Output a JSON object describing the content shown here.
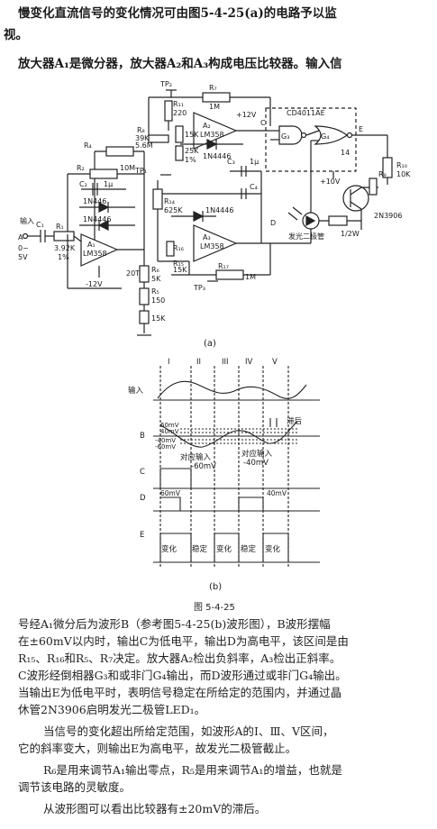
{
  "intro": {
    "line1": "慢变化直流信号的变化情况可由图5-4-25(a)的电路予以监",
    "line2": "视。",
    "line3": "放大器A₁是微分器，放大器A₂和A₃构成电压比较器。输入信"
  },
  "circuit": {
    "chip": "CD4011AE",
    "r7": "R₇",
    "r7v": "1M",
    "tp2": "TP₂",
    "r_220": "R₁₁",
    "r_220v": "220",
    "r8": "R₈",
    "r8v": "39K",
    "r15k": "15K",
    "r25k": "25K",
    "r1pct": "1%",
    "d4446a": "1N4446",
    "plus12": "+12V",
    "a2": "A₂",
    "model_a2": "LM358",
    "c_lbl": "C",
    "g3": "G₃",
    "g4": "G₄",
    "e_lbl": "E",
    "pin14": "14",
    "plus10": "+10V",
    "r4": "R₄",
    "r4v": "5.6M",
    "r2": "R₂",
    "r2v": "10M",
    "c2": "C₂",
    "c2v": "1μ",
    "d4446b": "1N446",
    "d4446c": "1N4446",
    "c3": "C₃",
    "c3v": "1μ",
    "c4": "C₄",
    "tp1": "TP₁",
    "r_625": "R₁₄",
    "r_625v": "625K",
    "d4446d": "1N4446",
    "a3": "A₃",
    "model_a3": "LM358",
    "d_lbl": "D",
    "r10": "R₁₀",
    "r10v": "10K",
    "r9": "R₉",
    "q": "2N3906",
    "led": "发光二极管",
    "halfw": "1/2W",
    "in_lbl": "输入",
    "a_lbl": "A",
    "c1": "C₁",
    "r1": "R₁",
    "r1v": "3.92K",
    "pct": "1%",
    "range": "0~",
    "range2": "5V",
    "a1": "A₁",
    "model_a1": "LM358",
    "minus12": "-12V",
    "r6": "R₆",
    "r6v": "5K",
    "r5": "R₅",
    "r5v": "150",
    "r17": "R₁₇",
    "r17v": "1M",
    "tp3": "TP₃",
    "r16": "R₁₆",
    "r_20t": "20T",
    "r15": "R₁₅",
    "r15v": "15K",
    "r_rk": "15K",
    "fig_a": "(a)"
  },
  "waveform": {
    "regions": [
      "I",
      "II",
      "III",
      "IV",
      "V"
    ],
    "in_lbl": "输入",
    "b_lbl": "B",
    "c_lbl": "C",
    "d_lbl": "D",
    "e_lbl": "E",
    "plus60": "60mV",
    "plus40": "40mV",
    "minus40": "-40mV",
    "minus60": "-60mV",
    "lag": "滞后",
    "neg_in": "对应输入",
    "neg_in2": "-60mV",
    "pos_in": "对应输入",
    "pos_in2": "-40mV",
    "d60": "60mV",
    "d40": "40mV",
    "states": [
      "变化",
      "稳定",
      "变化",
      "稳定",
      "变化"
    ],
    "fig_b": "(b)"
  },
  "figure_caption": "图 5-4-25",
  "paragraph1": [
    "号经A₁微分后为波形B（参考图5-4-25(b)波形图），B波形摆幅",
    "在±60mV以内时，输出C为低电平，输出D为高电平，该区间是由",
    "R₁₅、R₁₆和R₅、R₇决定。放大器A₂检出负斜率，A₃检出正斜率。",
    "C波形经倒相器G₃和或非门G₄输出，而D波形通过或非门G₄输出。",
    "当输出E为低电平时，表明信号稳定在所给定的范围内，并通过晶",
    "休管2N3906启明发光二极管LED₁。"
  ],
  "paragraph2": [
    "当信号的变化超出所给定范围，如波形A的Ⅰ、Ⅲ、Ⅴ区间，",
    "它的斜率变大，则输出E为高电平，故发光二极管截止。"
  ],
  "paragraph3": [
    "R₆是用来调节A₁输出零点，R₅是用来调节A₁的增益，也就是",
    "调节该电路的灵敏度。"
  ],
  "paragraph4": [
    "从波形图可以看出比较器有±20mV的滞后。"
  ]
}
